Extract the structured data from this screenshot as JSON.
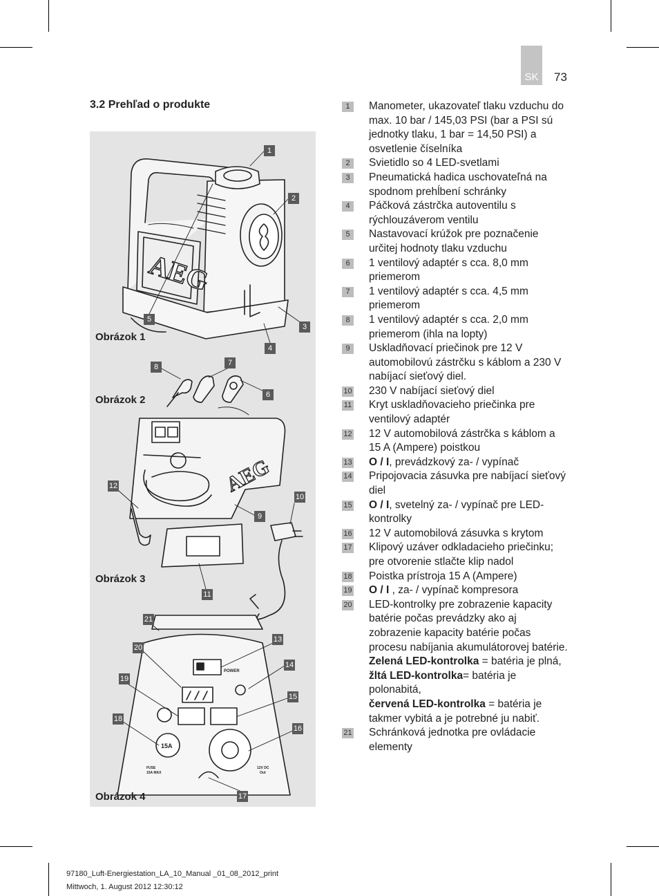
{
  "header": {
    "lang": "SK",
    "page_number": "73"
  },
  "section_title": "3.2 Prehľad o produkte",
  "figures": {
    "fig1": "Obrázok 1",
    "fig2": "Obrázok 2",
    "fig3": "Obrázok 3",
    "fig4": "Obrázok 4"
  },
  "art_text": {
    "brand": "AEG",
    "power": "POWER",
    "fuse_value": "15A",
    "fuse_label": "FUSE",
    "fuse_max": "15A MAX",
    "out_label": "12V DC",
    "out_sub": "Out"
  },
  "callouts": [
    "1",
    "2",
    "3",
    "4",
    "5",
    "6",
    "7",
    "8",
    "9",
    "10",
    "11",
    "12",
    "13",
    "14",
    "15",
    "16",
    "17",
    "18",
    "19",
    "20",
    "21"
  ],
  "legend": [
    {
      "num": "1",
      "text": "Manometer, ukazovateľ tlaku vzduchu do max. 10 bar / 145,03 PSI (bar a PSI sú jednotky tlaku, 1 bar = 14,50 PSI) a osvetlenie číselníka"
    },
    {
      "num": "2",
      "text": "Svietidlo so 4 LED-svetlami"
    },
    {
      "num": "3",
      "text": "Pneumatická hadica uschovateľná na spodnom prehĺbení schránky"
    },
    {
      "num": "4",
      "text": "Páčková zástrčka autoventilu s rýchlouzáverom ventilu"
    },
    {
      "num": "5",
      "text": "Nastavovací krúžok pre poznačenie určitej hodnoty tlaku vzduchu"
    },
    {
      "num": "6",
      "text": "1 ventilový adaptér s cca. 8,0 mm priemerom"
    },
    {
      "num": "7",
      "text": "1 ventilový adaptér s cca. 4,5 mm priemerom"
    },
    {
      "num": "8",
      "text": "1 ventilový adaptér s cca. 2,0 mm priemerom (ihla na lopty)"
    },
    {
      "num": "9",
      "text": "Uskladňovací priečinok pre 12 V automobilovú zástrčku s káblom a 230 V nabíjací sieťový diel."
    },
    {
      "num": "10",
      "text": "230 V nabíjací sieťový diel"
    },
    {
      "num": "11",
      "text": "Kryt uskladňovacieho priečinka pre ventilový adaptér"
    },
    {
      "num": "12",
      "text": "12 V automobilová zástrčka s káblom a 15 A (Ampere) poistkou"
    },
    {
      "num": "13",
      "bold": "O / I",
      "text": ", prevádzkový za- / vypínač"
    },
    {
      "num": "14",
      "text": "Pripojovacia zásuvka pre nabíjací sieťový diel"
    },
    {
      "num": "15",
      "bold": "O / I",
      "text": ", svetelný za- / vypínač pre LED-kontrolky"
    },
    {
      "num": "16",
      "text": "12 V automobilová zásuvka s krytom"
    },
    {
      "num": "17",
      "text": "Klipový uzáver odkladacieho priečinku; pre otvorenie stlačte klip nadol"
    },
    {
      "num": "18",
      "text": "Poistka prístroja 15 A (Ampere)"
    },
    {
      "num": "19",
      "bold": "O / I",
      "text": " , za- / vypínač kompresora"
    },
    {
      "num": "20",
      "text": "LED-kontrolky pre zobrazenie kapacity batérie počas prevádzky ako aj zobrazenie kapacity batérie počas procesu nabíjania akumulátorovej batérie.",
      "sub": [
        {
          "bold": "Zelená LED-kontrolka",
          "text": " = batéria je plná,"
        },
        {
          "bold": "žltá LED-kontrolka",
          "text": "= batéria je polonabitá,"
        },
        {
          "bold": "červená LED-kontrolka",
          "text": " = batéria je takmer vybitá a je potrebné ju nabiť."
        }
      ]
    },
    {
      "num": "21",
      "text": "Schránková jednotka pre ovládacie elementy"
    }
  ],
  "footer": {
    "line1": "97180_Luft-Energiestation_LA_10_Manual _01_08_2012_print",
    "line2": "Mittwoch, 1. August 2012 12:30:12"
  }
}
